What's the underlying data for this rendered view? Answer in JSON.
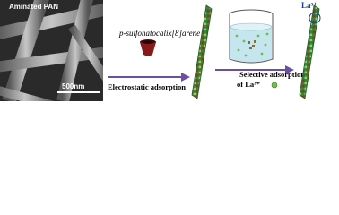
{
  "sem": {
    "label": "Aminated PAN",
    "scale": "500nm"
  },
  "reagent": {
    "name": "p-sulfonatocalix[8]arene"
  },
  "steps": {
    "step1": "Electrostatic adsorption",
    "step2_line1": "Selective adsorption",
    "step2_line2": "of La³⁺"
  },
  "ion": {
    "label": "La³⁺"
  },
  "colors": {
    "arrow": "#6b4fa3",
    "fiber_green": "#2f8a3a",
    "fiber_brown": "#8b3a1e",
    "bowl": "#8a1a1a",
    "ion": "#6fbf4a",
    "beaker_liquid": "#c6e6ef"
  },
  "icons": [
    "calixarene-bowl-icon",
    "beaker-icon",
    "ion-sphere-icon"
  ]
}
